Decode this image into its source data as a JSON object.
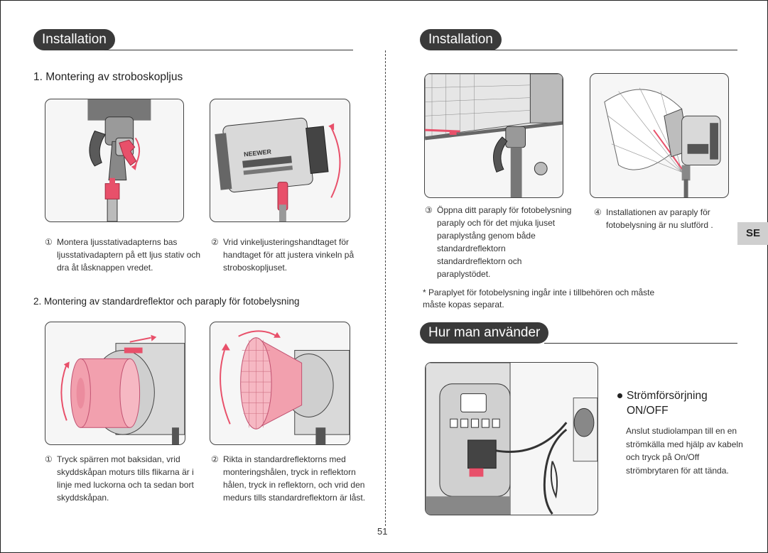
{
  "left": {
    "header": "Installation",
    "section1_title": "1. Montering av stroboskopljus",
    "step1_num": "①",
    "step1_text": "Montera ljusstativadapterns bas ljusstativadaptern på ett ljus stativ och dra åt låsknappen vredet.",
    "step2_num": "②",
    "step2_text": "Vrid vinkeljusteringshandtaget för handtaget för att justera vinkeln på stroboskopljuset.",
    "section2_title": "2. Montering av standardreflektor och paraply för fotobelysning",
    "step3_num": "①",
    "step3_text": "Tryck spärren mot baksidan, vrid skyddskåpan moturs tills flikarna är i linje med luckorna och ta sedan bort skyddskåpan.",
    "step4_num": "②",
    "step4_text": "Rikta in standardreflektorns med monteringshålen, tryck in reflektorn hålen, tryck in reflektorn, och vrid den medurs tills standardreflektorn är låst.",
    "brand_label": "NEEWER"
  },
  "right": {
    "header": "Installation",
    "step3_num": "③",
    "step3_text": "Öppna ditt paraply för fotobelysning paraply och för det mjuka ljuset paraplystång genom både standardreflektorn standardreflektorn och paraplystödet.",
    "step4_num": "④",
    "step4_text": "Installationen av paraply för fotobelysning är nu slutförd .",
    "note": "* Paraplyet för fotobelysning ingår inte i tillbehören och måste\n  måste kopas separat.",
    "usage_header": "Hur man använder",
    "power_title_line1": "Strömförsörjning",
    "power_title_line2": "ON/OFF",
    "power_text": "Anslut studiolampan till en en strömkälla med hjälp av kabeln och tryck på On/Off strömbrytaren för att tända."
  },
  "lang_tab": "SE",
  "page_number": "51",
  "colors": {
    "accent": "#e8506a",
    "pink_fill": "#f2a0ae",
    "pill": "#3a3a3a"
  }
}
